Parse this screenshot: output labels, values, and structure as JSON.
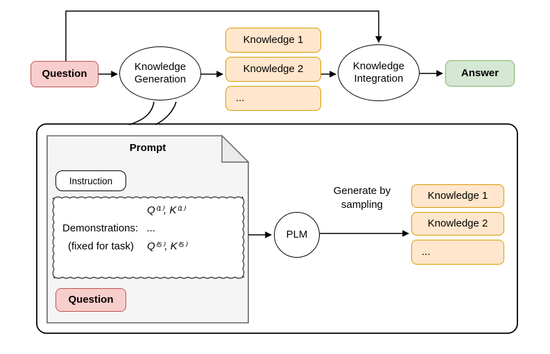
{
  "figure": {
    "pipeline": {
      "question_label": "Question",
      "generation_label": "Knowledge\nGeneration",
      "knowledge_items": [
        "Knowledge 1",
        "Knowledge 2",
        "..."
      ],
      "integration_label": "Knowledge\nIntegration",
      "answer_label": "Answer"
    },
    "generation_detail": {
      "prompt_title": "Prompt",
      "instruction_label": "Instruction",
      "demonstrations_label": "Demonstrations:",
      "fixed_note": "(fixed for task)",
      "example_lines": [
        "Q⁽¹⁾, K⁽¹⁾",
        "...",
        "Q⁽⁵⁾, K⁽⁵⁾"
      ],
      "question_label": "Question",
      "model_label": "PLM",
      "sampling_label": "Generate by\nsampling",
      "knowledge_items": [
        "Knowledge 1",
        "Knowledge 2",
        "..."
      ]
    },
    "colors": {
      "question_fill": "#f8cecc",
      "question_stroke": "#b85450",
      "knowledge_fill": "#ffe6cc",
      "knowledge_stroke": "#d79b00",
      "answer_fill": "#d5e8d4",
      "answer_stroke": "#82b366",
      "prompt_panel_fill": "#f5f5f5",
      "prompt_panel_stroke": "#666666"
    }
  }
}
